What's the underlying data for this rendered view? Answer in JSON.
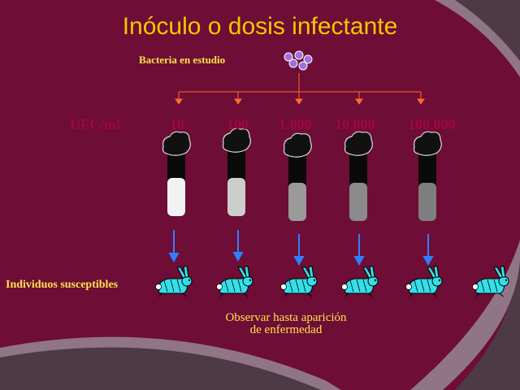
{
  "title": "Inóculo o dosis infectante",
  "source_label": "Bacteria en estudio",
  "concentration_unit": "UFC/ml",
  "concentrations": [
    "10",
    "100",
    "1.000",
    "10.000",
    "100.000"
  ],
  "tube_fill_colors": [
    "#f2f2f2",
    "#cdcdcd",
    "#9a9a9a",
    "#8a8a8a",
    "#7f7f7f"
  ],
  "hosts_label": "Individuos susceptibles",
  "observation_line1": "Observar hasta aparición",
  "observation_line2": "de enfermedad",
  "colors": {
    "background": "#6e0d35",
    "title": "#f2c800",
    "label_text": "#ffe24a",
    "concentration_text": "#a0063e",
    "connector": "#ff6a2a",
    "arrow": "#2f7fff",
    "rabbit": "#33e0e8",
    "bacteria": "#a070e0"
  },
  "icons": {
    "bacteria": "bacteria-cluster-icon",
    "host": "rabbit-icon",
    "tube": "test-tube-icon"
  }
}
